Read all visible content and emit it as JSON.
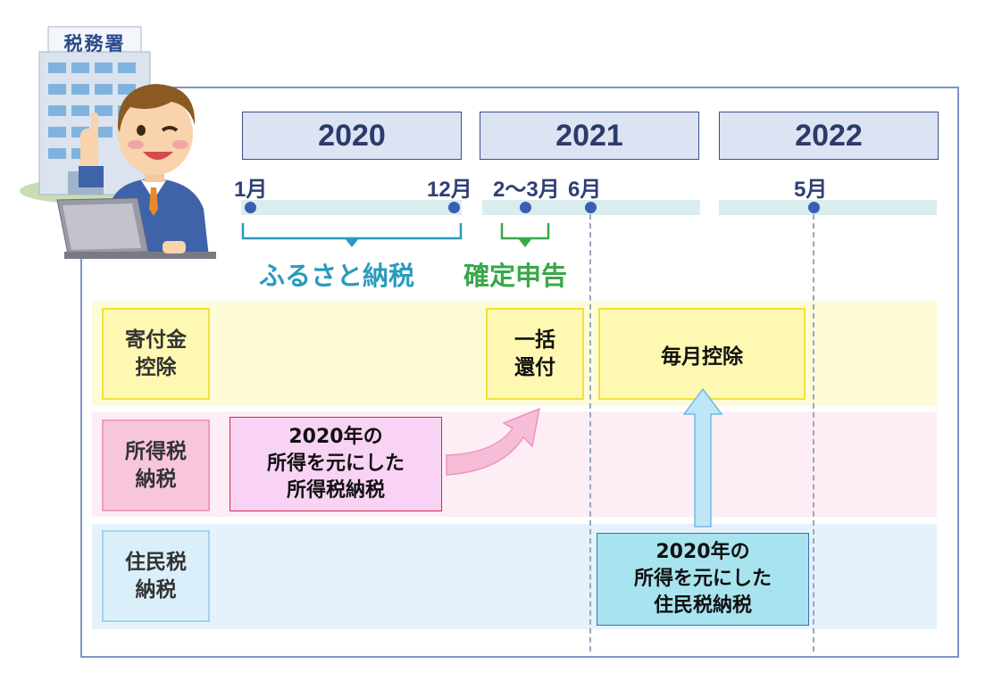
{
  "building": {
    "sign": "税務署"
  },
  "years": [
    "2020",
    "2021",
    "2022"
  ],
  "months": {
    "jan": "1月",
    "dec": "12月",
    "feb_mar": "2〜3月",
    "jun": "6月",
    "may": "5月"
  },
  "brackets": {
    "furusato": "ふるさと納税",
    "kakutei": "確定申告"
  },
  "rows": {
    "kifukin": "寄付金\n控除",
    "shotokuzei": "所得税\n納税",
    "juminzei": "住民税\n納税"
  },
  "cells": {
    "ikkatsu": "一括\n還付",
    "maitsuki": "毎月控除",
    "shotoku_box": "2020年の\n所得を元にした\n所得税納税",
    "jumin_box": "2020年の\n所得を元にした\n住民税納税"
  },
  "colors": {
    "frame": "#7f95c7",
    "year_fill": "#dce3f2",
    "furusato_text": "#2a9bbd",
    "kakutei_text": "#39a84a",
    "band_yellow": "#fefbd8",
    "band_pink": "#fdeef5",
    "band_blue": "#e4f3fb",
    "label_yellow": "#fff8b3",
    "label_pink": "#f8c6dc",
    "label_blue": "#dbeffb",
    "box_pink": "#f9d3f4",
    "box_cyan": "#a8e4f0"
  }
}
